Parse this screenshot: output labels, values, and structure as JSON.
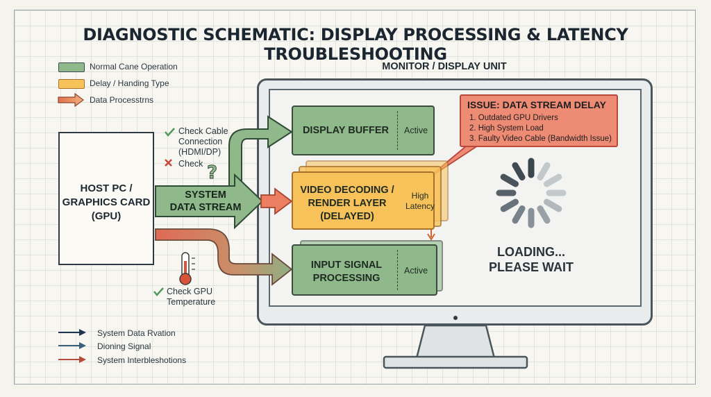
{
  "title": "DIAGNOSTIC SCHEMATIC: DISPLAY PROCESSING & LATENCY TROUBLESHOOTING",
  "legend_top": [
    {
      "label": "Normal Cane Operation",
      "color": "#8fb98a"
    },
    {
      "label": "Delay / Handing Type",
      "color": "#f7c25a"
    },
    {
      "label": "Data Processtrns",
      "color": "#e8875a"
    }
  ],
  "legend_bottom": [
    {
      "label": "System Data Rvation",
      "color": "#1f3550"
    },
    {
      "label": "Dioning Signal",
      "color": "#3b5f78"
    },
    {
      "label": "System Interbleshotions",
      "color": "#b34a3a"
    }
  ],
  "host": {
    "line1": "HOST PC /",
    "line2": "GRAPHICS CARD",
    "line3": "(GPU)"
  },
  "checks": {
    "cable_1": "Check Cable",
    "cable_2": "Connection",
    "cable_3": "(HDMI/DP)",
    "check": "Check",
    "gpu_1": "Check GPU",
    "gpu_2": "Temperature"
  },
  "stream": {
    "line1": "SYSTEM",
    "line2": "DATA STREAM"
  },
  "monitor_label": "MONITOR / DISPLAY UNIT",
  "display_buffer": {
    "title": "DISPLAY BUFFER",
    "status": "Active"
  },
  "video_decoding": {
    "line1": "VIDEO DECODING /",
    "line2": "RENDER LAYER",
    "line3": "(DELAYED)",
    "status_1": "High",
    "status_2": "Latency"
  },
  "input_signal": {
    "line1": "INPUT SIGNAL",
    "line2": "PROCESSING",
    "status": "Active"
  },
  "issue": {
    "title": "ISSUE: DATA STREAM DELAY",
    "items": [
      "1. Outdated GPU Drivers",
      "2. High System Load",
      "3. Faulty Video Cable (Bandwidth Issue)"
    ]
  },
  "loading": {
    "line1": "LOADING...",
    "line2": "PLEASE WAIT"
  }
}
